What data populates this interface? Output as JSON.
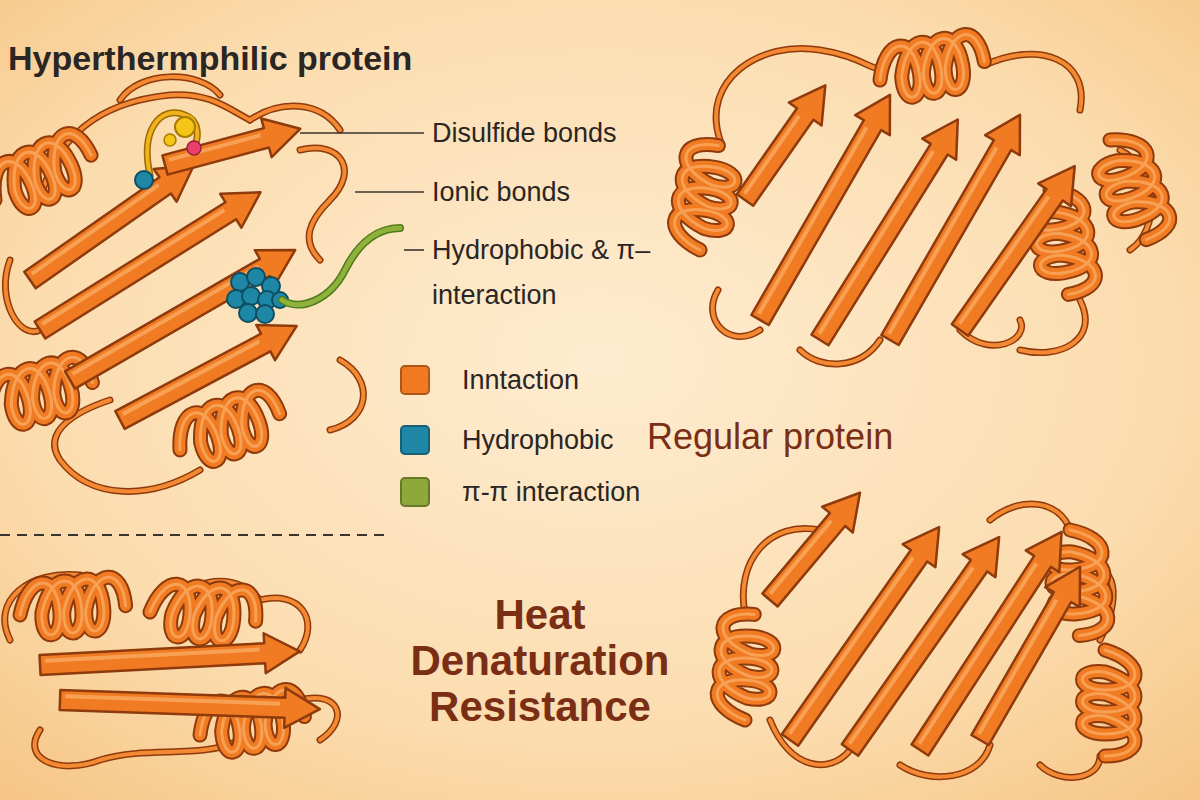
{
  "diagram": {
    "labels": [
      "Hyperthermphilic protein",
      "Disulfide bonds",
      "Ionic bonds",
      "Hydrophobic & π–interaction",
      "Regular protein",
      "Heat Denaturation Resistance"
    ],
    "legend": [
      {
        "text": "Inntaction",
        "color": "#f07a22"
      },
      {
        "text": "Hydrophobic",
        "color": "#1f87a6"
      },
      {
        "text": "π-π interaction",
        "color": "#8ea83a"
      }
    ]
  }
}
